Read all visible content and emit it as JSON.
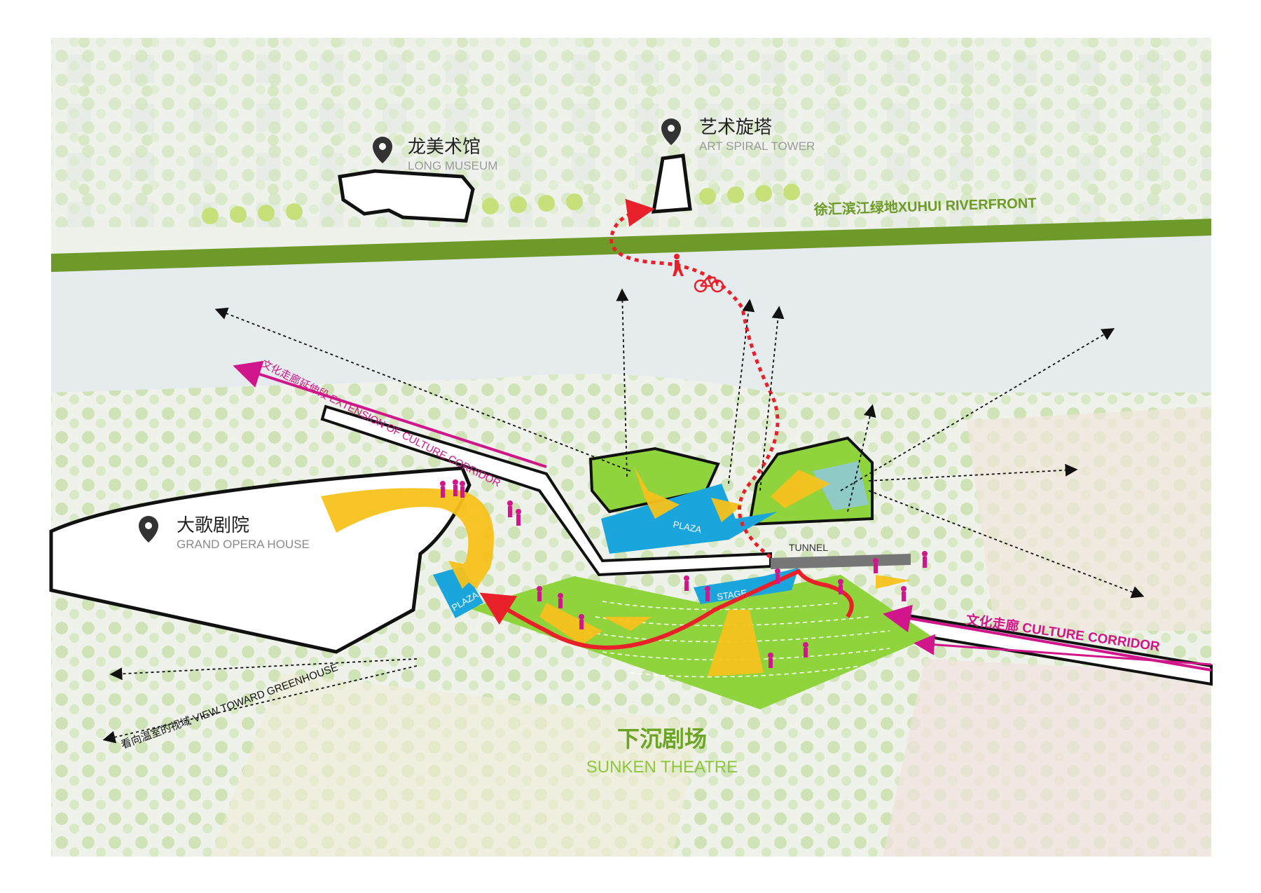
{
  "palette": {
    "riverfront_green": "#6e9a2a",
    "lawn_green": "#8fd43c",
    "plaza_blue": "#1aa6dc",
    "flow_yellow": "#f7c21c",
    "route_red": "#e8202a",
    "corridor_magenta": "#d0168a",
    "label_green": "#6aa525",
    "label_gray": "#8a8a8a",
    "pin_black": "#333333"
  },
  "landmarks": {
    "long_museum": {
      "name_cn": "龙美术馆",
      "name_en": "LONG MUSEUM",
      "icon": "location-pin-icon"
    },
    "art_spiral_tower": {
      "name_cn": "艺术旋塔",
      "name_en": "ART SPIRAL TOWER",
      "icon": "location-pin-icon"
    },
    "grand_opera_house": {
      "name_cn": "大歌剧院",
      "name_en": "GRAND OPERA HOUSE",
      "icon": "location-pin-icon"
    }
  },
  "riverfront": {
    "label": "徐汇滨江绿地XUHUI RIVERFRONT"
  },
  "corridor_extension": {
    "label": "文化走廊延伸段 EXTENSION OF CULTURE CORRIDOR"
  },
  "culture_corridor": {
    "label": "文化走廊 CULTURE CORRIDOR"
  },
  "greenhouse_view": {
    "label": "看向温室的视域 VIEW TOWARD GREENHOUSE"
  },
  "spaces": {
    "plaza_upper": "PLAZA",
    "plaza_lower": "PLAZA",
    "stage": "STAGE",
    "tunnel": "TUNNEL"
  },
  "sunken_theatre": {
    "name_cn": "下沉剧场",
    "name_en": "SUNKEN THEATRE"
  },
  "route_icons": [
    "pedestrian-icon",
    "bicycle-icon"
  ]
}
